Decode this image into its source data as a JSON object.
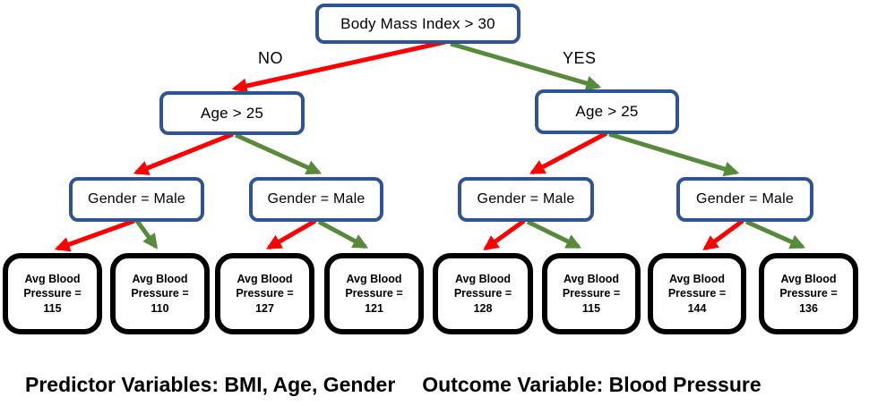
{
  "colors": {
    "node_border": "#2f5496",
    "leaf_border": "#000000",
    "no_branch": "#fe0000",
    "yes_branch": "#588a3c"
  },
  "tree": {
    "root_label": "Body Mass Index > 30",
    "branch_labels": {
      "no": "NO",
      "yes": "YES"
    },
    "age_nodes": [
      {
        "label": "Age > 25"
      },
      {
        "label": "Age > 25"
      }
    ],
    "gender_nodes": [
      {
        "label": "Gender = Male"
      },
      {
        "label": "Gender = Male"
      },
      {
        "label": "Gender = Male"
      },
      {
        "label": "Gender = Male"
      }
    ],
    "leaves": [
      {
        "label": "Avg Blood Pressure =",
        "value": "115"
      },
      {
        "label": "Avg Blood Pressure =",
        "value": "110"
      },
      {
        "label": "Avg Blood Pressure =",
        "value": "127"
      },
      {
        "label": "Avg Blood Pressure =",
        "value": "121"
      },
      {
        "label": "Avg Blood Pressure =",
        "value": "128"
      },
      {
        "label": "Avg Blood Pressure =",
        "value": "115"
      },
      {
        "label": "Avg Blood Pressure =",
        "value": "144"
      },
      {
        "label": "Avg Blood Pressure =",
        "value": "136"
      }
    ]
  },
  "caption": {
    "predictor": "Predictor Variables: BMI, Age, Gender",
    "outcome": "Outcome Variable: Blood Pressure"
  }
}
